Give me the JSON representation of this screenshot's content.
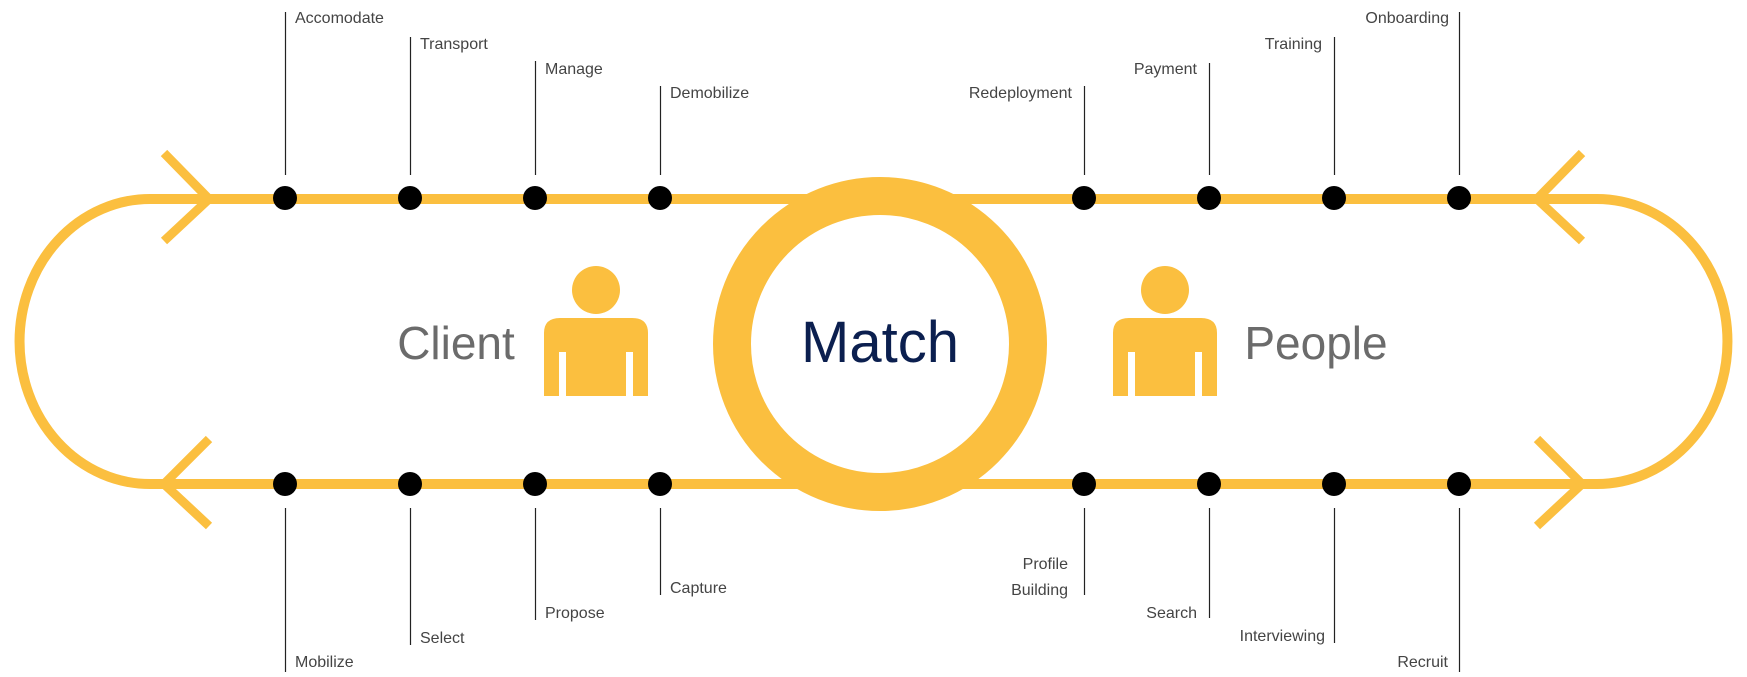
{
  "center": {
    "label": "Match"
  },
  "client": {
    "label": "Client"
  },
  "people": {
    "label": "People"
  },
  "colors": {
    "track": "#fbbf3f",
    "dot": "#000000",
    "center_text": "#0b1f4f",
    "side_text": "#6b6b6b",
    "label_text": "#444444"
  },
  "stages": {
    "client_top": [
      "Accomodate",
      "Transport",
      "Manage",
      "Demobilize"
    ],
    "people_top": [
      "Redeployment",
      "Payment",
      "Training",
      "Onboarding"
    ],
    "client_bottom": [
      "Mobilize",
      "Select",
      "Propose",
      "Capture"
    ],
    "people_bottom": [
      [
        "Profile",
        "Building"
      ],
      "Search",
      "Interviewing",
      "Recruit"
    ]
  }
}
